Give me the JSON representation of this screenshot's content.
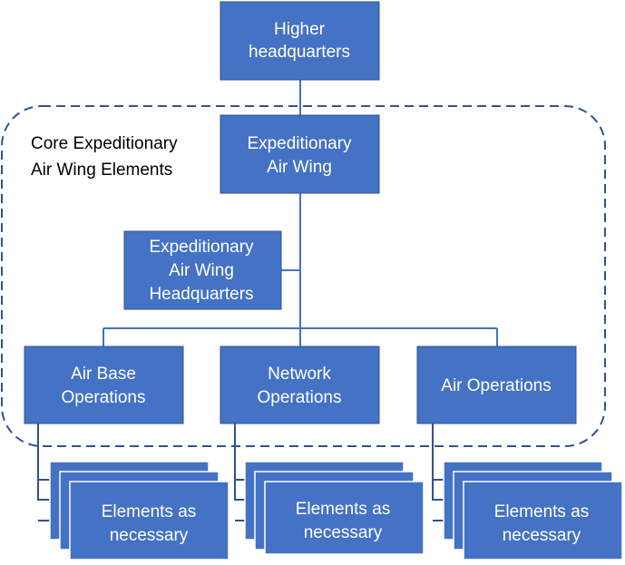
{
  "colors": {
    "box_fill": "#4472C4",
    "box_border": "#2F528F",
    "box_text": "#FFFFFF",
    "dashed_border": "#2F528F"
  },
  "core_label": {
    "line1": "Core Expeditionary",
    "line2": "Air Wing  Elements"
  },
  "nodes": {
    "higher_hq": {
      "line1": "Higher",
      "line2": "headquarters"
    },
    "expeditionary_air_wing": {
      "line1": "Expeditionary",
      "line2": "Air Wing"
    },
    "eaw_headquarters": {
      "line1": "Expeditionary",
      "line2": "Air Wing",
      "line3": "Headquarters"
    },
    "air_base_operations": {
      "line1": "Air Base",
      "line2": "Operations"
    },
    "network_operations": {
      "line1": "Network",
      "line2": "Operations"
    },
    "air_operations": {
      "line1": "Air Operations"
    }
  },
  "element_stacks": [
    {
      "line1": "Elements as",
      "line2": "necessary"
    },
    {
      "line1": "Elements as",
      "line2": "necessary"
    },
    {
      "line1": "Elements as",
      "line2": "necessary"
    }
  ]
}
